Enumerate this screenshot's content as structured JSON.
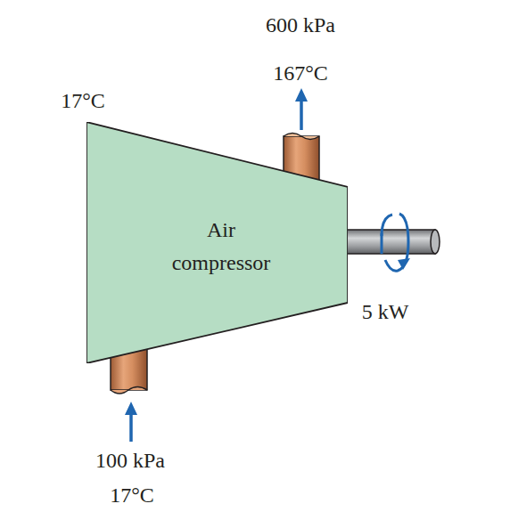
{
  "diagram": {
    "nodes": [
      {
        "text": [
          "Air compressor"
        ]
      }
    ],
    "labels": [
      "600 kPa",
      "167°C",
      "17°C",
      "5 kW",
      "100 kPa",
      "17°C"
    ]
  }
}
